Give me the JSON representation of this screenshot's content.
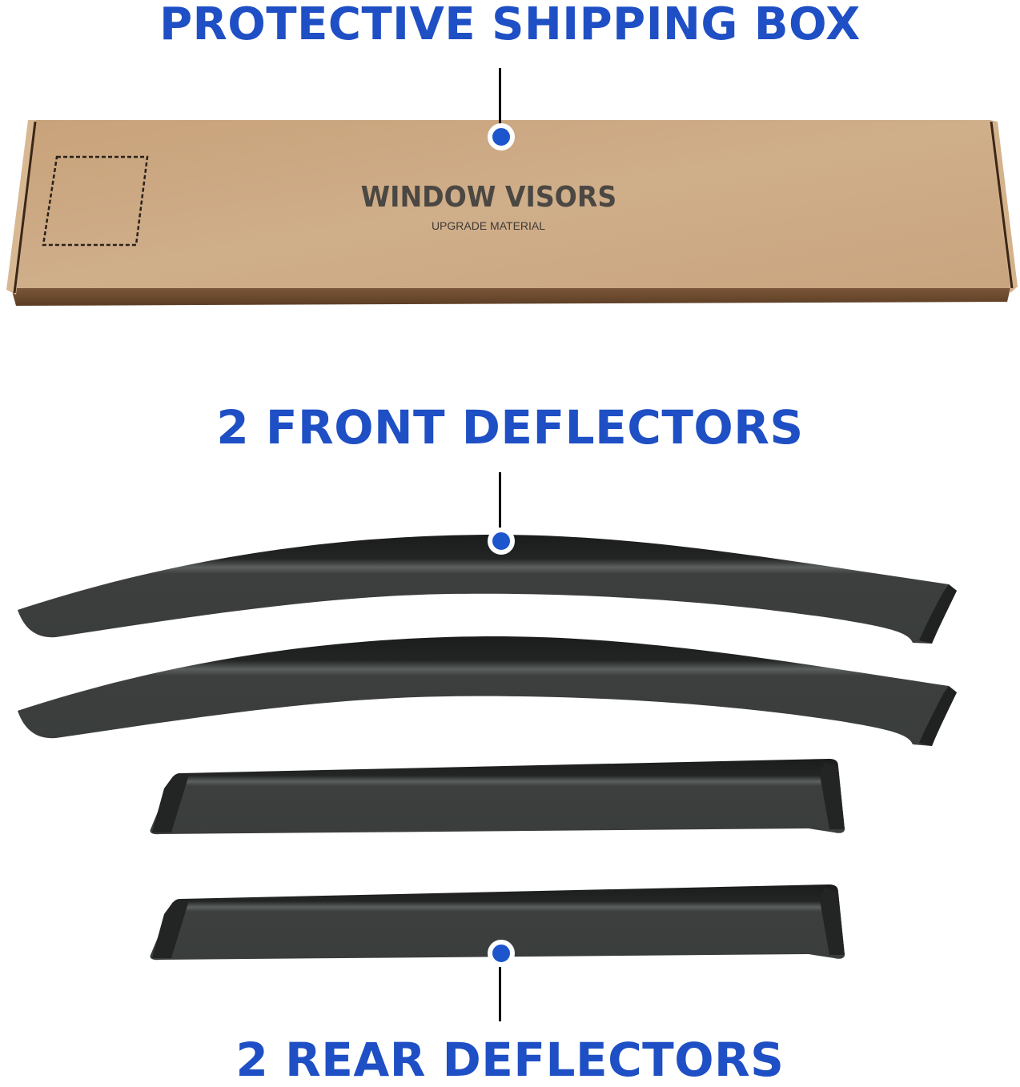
{
  "headings": {
    "box": "PROTECTIVE SHIPPING BOX",
    "front": "2 FRONT DEFLECTORS",
    "rear": "2 REAR DEFLECTORS"
  },
  "box_print": {
    "title": "WINDOW VISORS",
    "subtitle": "UPGRADE MATERIAL"
  },
  "items": [
    {
      "name": "shipping-box",
      "count": 1
    },
    {
      "name": "front-deflector",
      "count": 2
    },
    {
      "name": "rear-deflector",
      "count": 2
    }
  ],
  "colors": {
    "accent_blue": "#1f4fc4",
    "dot_blue": "#1d56cc",
    "cardboard": "#c9a67f",
    "deflector": "#3b3e3d",
    "deflector_edge": "#1c1d1d"
  }
}
